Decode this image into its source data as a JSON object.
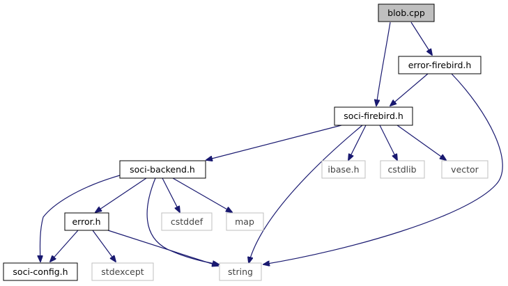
{
  "graph": {
    "nodes": {
      "blob_cpp": "blob.cpp",
      "error_firebird_h": "error-firebird.h",
      "soci_firebird_h": "soci-firebird.h",
      "soci_backend_h": "soci-backend.h",
      "ibase_h": "ibase.h",
      "cstdlib": "cstdlib",
      "vector": "vector",
      "error_h": "error.h",
      "cstddef": "cstddef",
      "map": "map",
      "soci_config_h": "soci-config.h",
      "stdexcept": "stdexcept",
      "string": "string"
    },
    "colors": {
      "edge": "#191970",
      "focus_fill": "#bfbfbf",
      "missing_border": "#bfbfbf"
    }
  }
}
